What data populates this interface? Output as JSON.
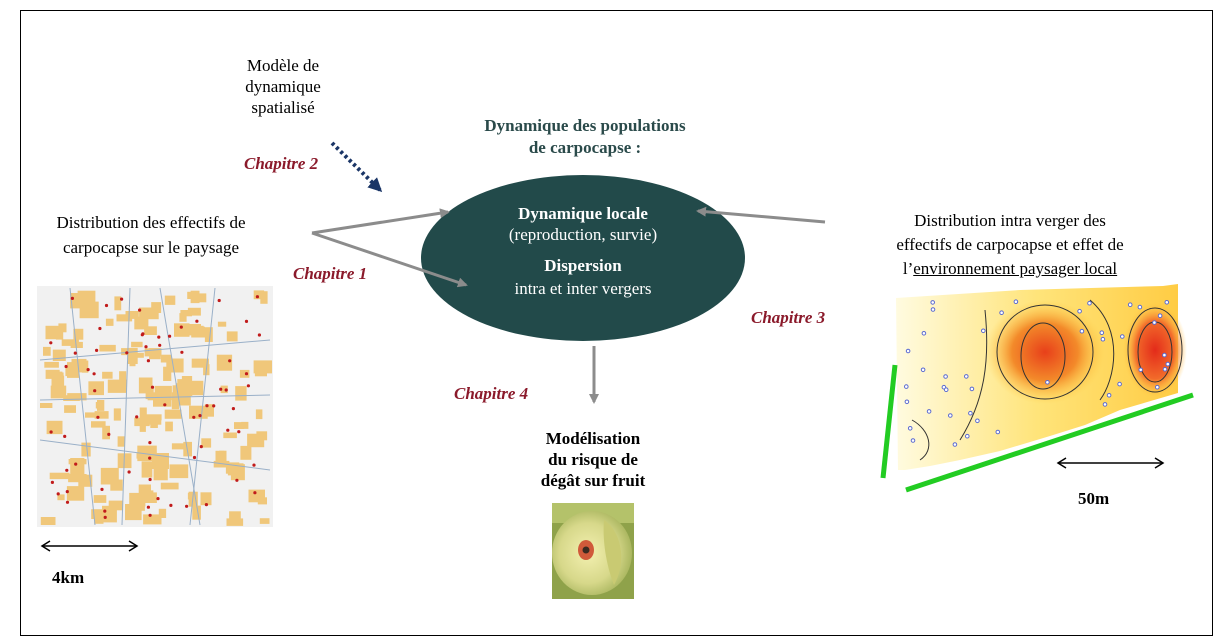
{
  "colors": {
    "chapter": "#8b1a2b",
    "title": "#2a4a4a",
    "ellipse": "#224a4a",
    "arrow": "#8c8c8c",
    "dotted_arrow": "#1a3566",
    "green_line": "#22cc22"
  },
  "model": {
    "line1": "Modèle de",
    "line2": "dynamique",
    "line3": "spatialisé"
  },
  "title": {
    "line1": "Dynamique des populations",
    "line2": "de carpocapse :"
  },
  "ellipse": {
    "local_title": "Dynamique locale",
    "local_sub": "(reproduction, survie)",
    "dispersion_title": "Dispersion",
    "dispersion_sub": "intra et inter vergers"
  },
  "chapters": {
    "ch1": "Chapitre 1",
    "ch2": "Chapitre 2",
    "ch3": "Chapitre 3",
    "ch4": "Chapitre 4"
  },
  "left": {
    "line1": "Distribution des effectifs de",
    "line2": "carpocapse sur le paysage",
    "scale": "4km"
  },
  "right": {
    "line1": "Distribution intra verger des",
    "line2": "effectifs de carpocapse et effet de",
    "line3_prefix": "l’",
    "line3_underlined": "environnement paysager local",
    "scale": "50m"
  },
  "bottom": {
    "line1": "Modélisation",
    "line2": "du risque de",
    "line3": "dégât sur fruit"
  },
  "map_icon": "landscape-map-image",
  "contour_icon": "orchard-contour-map-image",
  "fruit_icon": "damaged-apple-photo"
}
